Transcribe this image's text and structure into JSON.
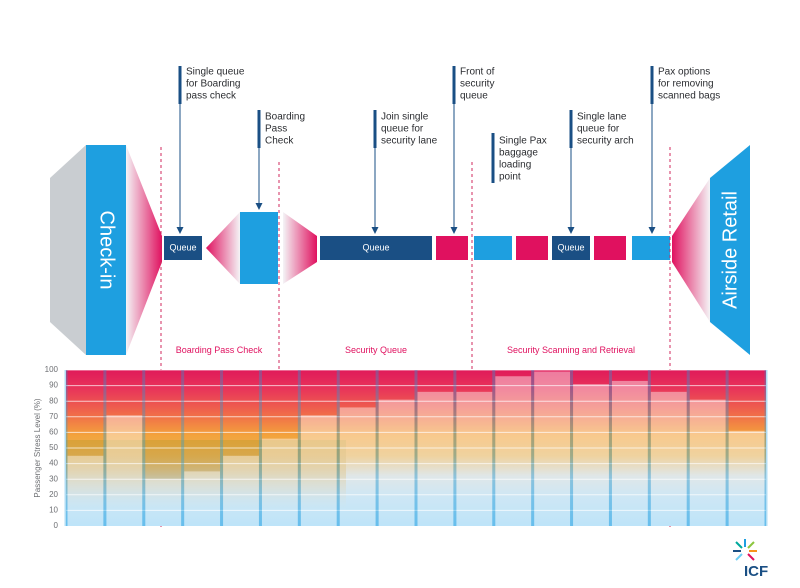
{
  "flow": {
    "checkin_label": "Check-in",
    "retail_label": "Airside Retail",
    "queue_label": "Queue",
    "annotations": [
      {
        "id": "a1",
        "lines": [
          "Single queue",
          "for Boarding",
          "pass check"
        ]
      },
      {
        "id": "a2",
        "lines": [
          "Boarding",
          "Pass",
          "Check"
        ]
      },
      {
        "id": "a3",
        "lines": [
          "Join single",
          "queue for",
          "security lane"
        ]
      },
      {
        "id": "a4",
        "lines": [
          "Front of",
          "security",
          "queue"
        ]
      },
      {
        "id": "a5",
        "lines": [
          "Single Pax",
          "baggage",
          "loading",
          "point"
        ]
      },
      {
        "id": "a6",
        "lines": [
          "Single lane",
          "queue for",
          "security arch"
        ]
      },
      {
        "id": "a7",
        "lines": [
          "Pax options",
          "for removing",
          "scanned bags"
        ]
      }
    ],
    "zones": [
      "Boarding Pass Check",
      "Security Queue",
      "Security Scanning and Retrieval"
    ]
  },
  "colors": {
    "navy": "#1a4f84",
    "cyan": "#1e9fe0",
    "magenta": "#e0115f",
    "grey": "#c9cdd1",
    "divider": "#d12a5c"
  },
  "chart_data": {
    "type": "bar",
    "ylabel": "Passenger Stress Level (%)",
    "ylim": [
      0,
      100
    ],
    "yticks": [
      0,
      10,
      20,
      30,
      40,
      50,
      60,
      70,
      80,
      90,
      100
    ],
    "values": [
      45,
      71,
      30,
      35,
      45,
      56,
      71,
      76,
      81,
      86,
      86,
      96,
      99,
      91,
      93,
      86,
      81,
      61
    ]
  },
  "logo": {
    "text": "ICF"
  }
}
